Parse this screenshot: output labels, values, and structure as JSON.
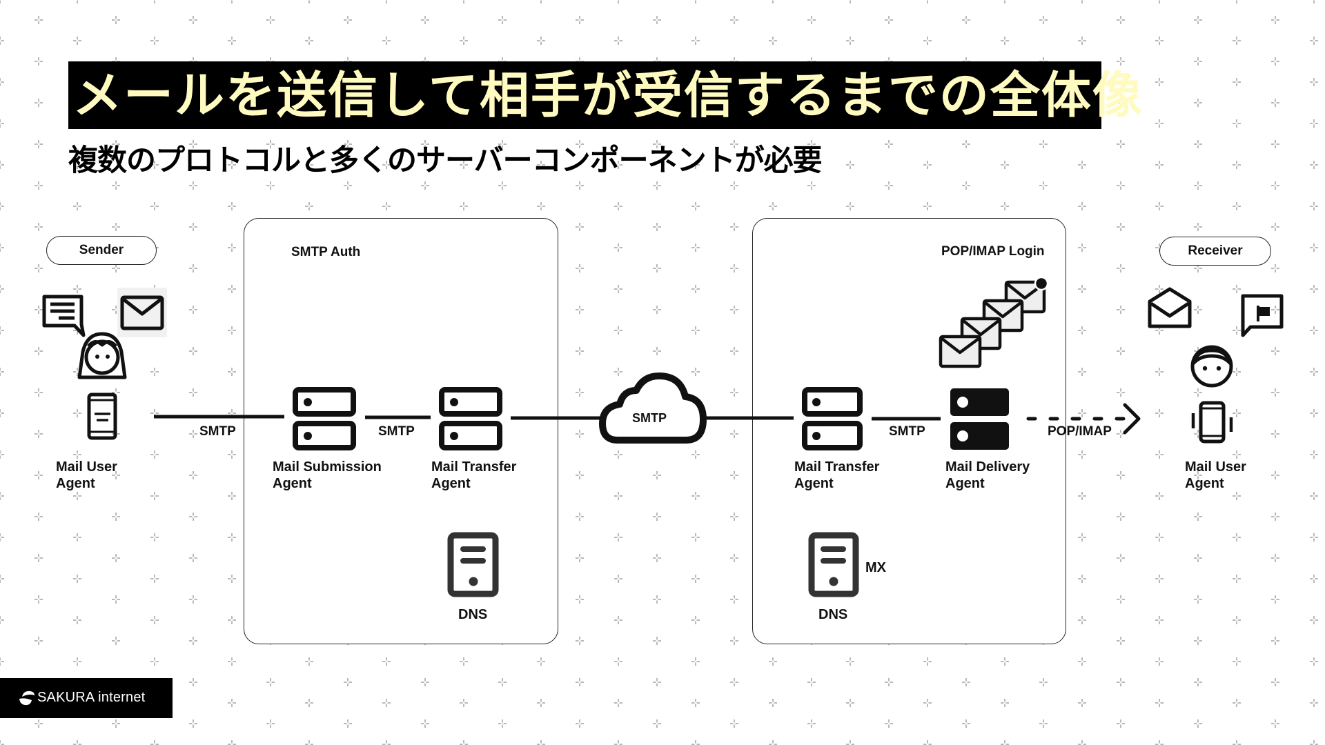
{
  "slide": {
    "title": "メールを送信して相手が受信するまでの全体像",
    "subtitle": "複数のプロトコルと多くのサーバーコンポーネントが必要",
    "colors": {
      "title_bg": "#000000",
      "title_text": "#fffbc0",
      "ink": "#111111",
      "envelope_fill": "#efefef"
    }
  },
  "diagram": {
    "sender": {
      "badge": "Sender",
      "icons": [
        "chat-bubble-icon",
        "envelope-icon",
        "woman-avatar-icon",
        "smartphone-icon"
      ],
      "label_line1": "Mail User",
      "label_line2": "Agent"
    },
    "sending_zone": {
      "label": "SMTP Auth",
      "msa": {
        "label_line1": "Mail Submission",
        "label_line2": "Agent",
        "icon": "server-icon"
      },
      "mta": {
        "label_line1": "Mail Transfer",
        "label_line2": "Agent",
        "icon": "server-icon"
      },
      "dns": {
        "label": "DNS",
        "icon": "dns-server-icon"
      }
    },
    "internet": {
      "label": "SMTP",
      "icon": "cloud-icon"
    },
    "receiving_zone": {
      "label": "POP/IMAP Login",
      "mailbox_icon": "envelope-stack-icon",
      "mta": {
        "label_line1": "Mail Transfer",
        "label_line2": "Agent",
        "icon": "server-icon"
      },
      "mda": {
        "label_line1": "Mail Delivery",
        "label_line2": "Agent",
        "icon": "server-filled-icon"
      },
      "dns": {
        "label": "DNS",
        "record": "MX",
        "icon": "dns-server-icon"
      }
    },
    "receiver": {
      "badge": "Receiver",
      "icons": [
        "open-envelope-icon",
        "flag-chat-icon",
        "man-avatar-icon",
        "vibrating-phone-icon"
      ],
      "label_line1": "Mail User",
      "label_line2": "Agent"
    },
    "links": [
      {
        "from": "sender-mua",
        "to": "msa",
        "protocol": "SMTP",
        "style": "solid"
      },
      {
        "from": "msa",
        "to": "mta-sending",
        "protocol": "SMTP",
        "style": "solid"
      },
      {
        "from": "mta-sending",
        "to": "mta-receiving",
        "protocol": "SMTP",
        "style": "solid",
        "via": "internet"
      },
      {
        "from": "mta-receiving",
        "to": "mda",
        "protocol": "SMTP",
        "style": "solid"
      },
      {
        "from": "mda",
        "to": "receiver-mua",
        "protocol": "POP/IMAP",
        "style": "dashed-arrow"
      }
    ]
  },
  "footer": {
    "brand": "SAKURA internet",
    "brand_icon": "sakura-logo-icon"
  }
}
